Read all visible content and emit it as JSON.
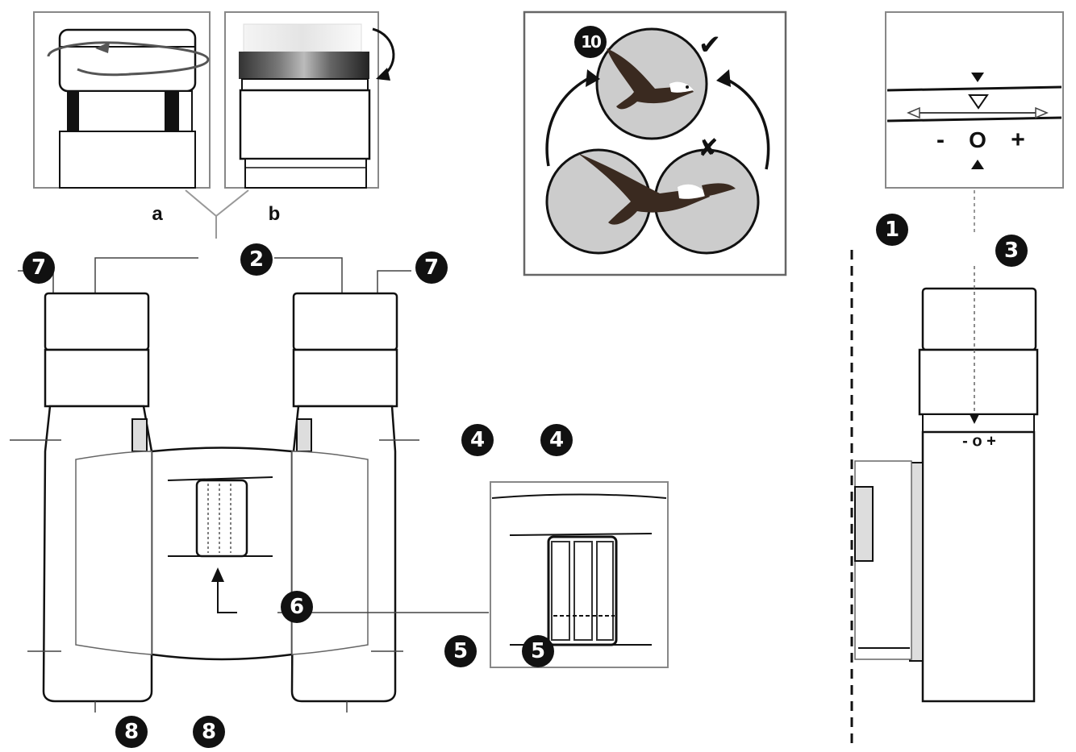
{
  "labels": {
    "a": "a",
    "b": "b"
  },
  "markers": {
    "m1": "1",
    "m2": "2",
    "m3": "3",
    "m4a": "4",
    "m4b": "4",
    "m5a": "5",
    "m5b": "5",
    "m6": "6",
    "m7a": "7",
    "m7b": "7",
    "m8a": "8",
    "m8b": "8",
    "m10": "10"
  },
  "diopter_scale": {
    "minus": "-",
    "zero": "O",
    "plus": "+"
  },
  "diopter_scale_small": "- o +",
  "symbols": {
    "correct": "✔",
    "wrong": "✘"
  },
  "icons": {
    "rotate_arrow": "rotate-arrow-icon",
    "eagle": "eagle-icon",
    "checkmark": "checkmark-icon",
    "cross": "cross-icon"
  }
}
